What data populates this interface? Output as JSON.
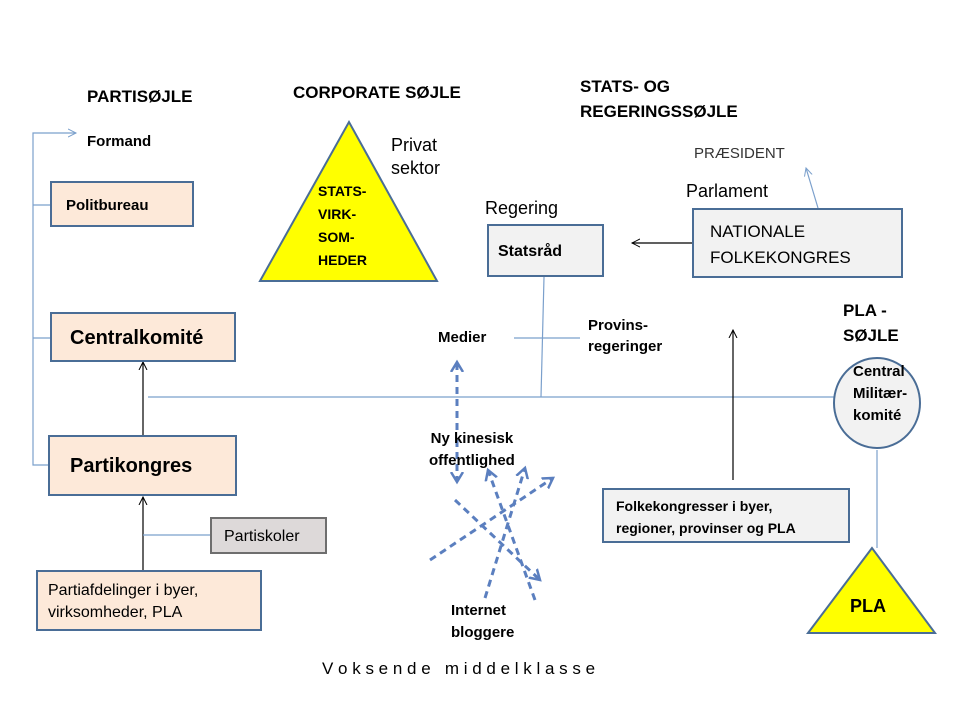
{
  "colors": {
    "box_border": "#4a6d96",
    "box_fill_pink": "#fde9d9",
    "box_fill_grey": "#f2f2f2",
    "triangle_fill": "#ffff00",
    "dashed_arrow": "#5b7fbf",
    "connector_line": "#7ba0cc"
  },
  "headers": {
    "party": "PARTISØJLE",
    "corporate": "CORPORATE SØJLE",
    "state": "STATS-  OG\nREGERINGSSØJLE",
    "pla": "PLA  -\nSØJLE"
  },
  "party": {
    "formand": "Formand",
    "politbureau": "Politbureau",
    "centralkomite": "Centralkomité",
    "partikongres": "Partikongres",
    "partiskoler": "Partiskoler",
    "partiafdelinger": "Partiafdelinger  i byer,\nvirksomheder,  PLA"
  },
  "corporate": {
    "triangle_text": "STATS-\nVIRK-\nSOM-\nHEDER",
    "privat": "Privat\nsektor"
  },
  "state": {
    "praesident": "PRÆSIDENT",
    "parlament": "Parlament",
    "regering": "Regering",
    "statsraad": "Statsråd",
    "nationale": "NATIONALE\nFOLKEKONGRES",
    "provins": "Provins-\nregeringer",
    "folkekongresser": "Folkekongresser  i byer,\nregioner,  provinser  og PLA"
  },
  "center": {
    "medier": "Medier",
    "offentlighed": "Ny  kinesisk\noffentlighed",
    "internet": "Internet\nbloggere"
  },
  "pla": {
    "circle": "Central\nMilitær-\nkomité",
    "triangle": "PLA"
  },
  "footer": "V o k s e n d e   m i d d e l k l a s s e"
}
